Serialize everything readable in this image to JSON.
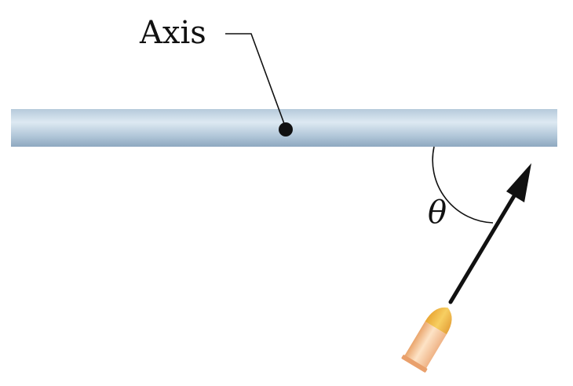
{
  "diagram": {
    "axis_label": "Axis",
    "angle_label": "θ",
    "colors": {
      "rod_light": "#cfe0ec",
      "rod_mid": "#a9c1d6",
      "rod_dark": "#8fa9c2",
      "line": "#111111",
      "bullet_tip": "#f2b640",
      "bullet_casing": "#f5c89c",
      "bullet_base": "#e8a06a"
    },
    "objects": [
      "rod",
      "axis-point",
      "angle-arc",
      "velocity-arrow",
      "bullet"
    ]
  }
}
